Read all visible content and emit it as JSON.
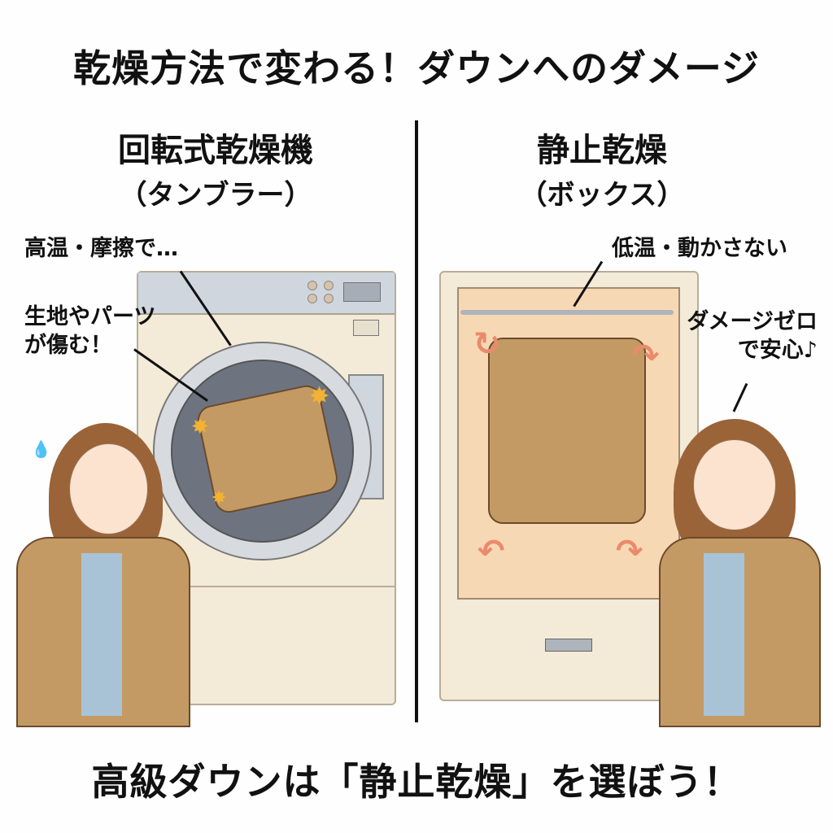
{
  "title": "乾燥方法で変わる！ダウンへのダメージ",
  "left": {
    "heading": "回転式乾燥機",
    "subheading": "（タンブラー）",
    "callout_1": "高温・摩擦で…",
    "callout_2_line1": "生地やパーツ",
    "callout_2_line2": "が傷む！",
    "illustration": "tumble-dryer-with-damaged-down-jacket",
    "character_mood": "worried"
  },
  "right": {
    "heading": "静止乾燥",
    "subheading": "（ボックス）",
    "callout_1": "低温・動かさない",
    "callout_2_line1": "ダメージゼロ",
    "callout_2_line2": "で安心♪",
    "illustration": "drying-cabinet-with-hanging-down-jacket",
    "character_mood": "happy"
  },
  "footer": "高級ダウンは「静止乾燥」を選ぼう！",
  "colors": {
    "jacket": "#c49a64",
    "jacket_yoke": "#7a5a3a",
    "machine_body": "#f3ead8",
    "cabinet_interior": "#f7d8b4",
    "airflow_arrow": "#ea8a6c",
    "hair": "#9a6338"
  }
}
